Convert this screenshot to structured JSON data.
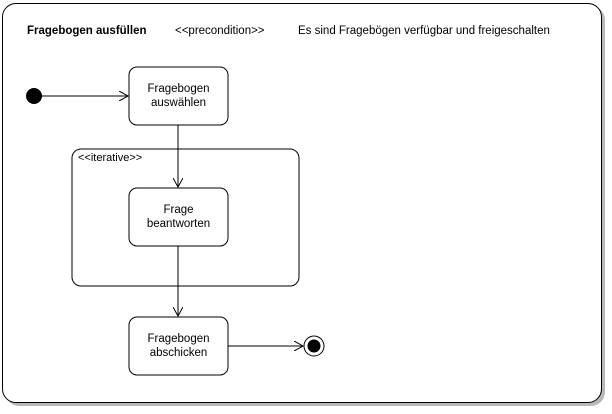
{
  "header": {
    "title": "Fragebogen ausfüllen",
    "stereotype": "<<precondition>>",
    "precondition": "Es sind Fragebögen verfügbar und freigeschalten"
  },
  "region": {
    "label": "<<iterative>>"
  },
  "nodes": {
    "select": {
      "line1": "Fragebogen",
      "line2": "auswählen"
    },
    "answer": {
      "line1": "Frage",
      "line2": "beantworten"
    },
    "submit": {
      "line1": "Fragebogen",
      "line2": "abschicken"
    }
  },
  "colors": {
    "stroke": "#000000",
    "shadow": "#b8b8b8",
    "background": "#ffffff"
  }
}
